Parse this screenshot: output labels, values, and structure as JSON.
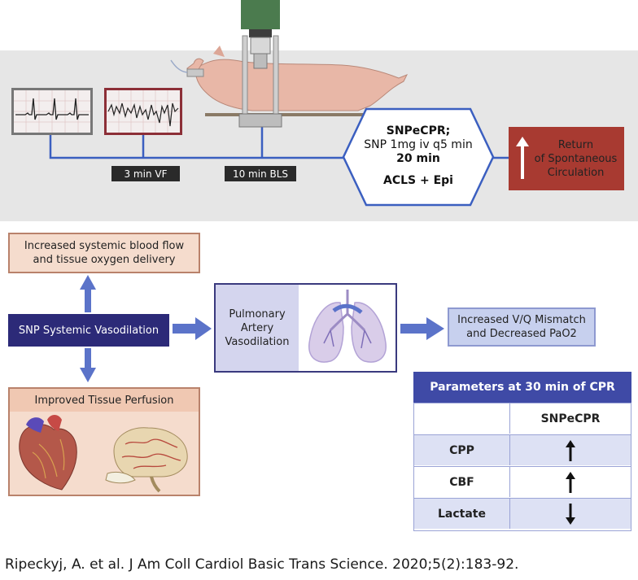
{
  "protocol": {
    "step1_label": "3 min VF",
    "step2_label": "10 min BLS",
    "intervention": {
      "line1": "SNPeCPR;",
      "line2": "SNP 1mg iv q5 min",
      "line3": "20 min",
      "line4": "ACLS + Epi"
    },
    "outcome": {
      "line1": "Return",
      "line2": "of Spontaneous",
      "line3": "Circulation"
    }
  },
  "mechanism": {
    "systemic_effect": {
      "line1": "Increased systemic blood flow",
      "line2": "and tissue oxygen delivery"
    },
    "main_node": "SNP Systemic Vasodilation",
    "pulmonary": {
      "line1": "Pulmonary",
      "line2": "Artery",
      "line3": "Vasodilation"
    },
    "vq_effect": {
      "line1": "Increased V/Q Mismatch",
      "line2": "and Decreased PaO2"
    },
    "perfusion_title": "Improved Tissue Perfusion"
  },
  "table": {
    "title": "Parameters at 30 min of CPR",
    "column_header": "SNPeCPR",
    "rows": [
      {
        "label": "CPP",
        "direction": "up"
      },
      {
        "label": "CBF",
        "direction": "up"
      },
      {
        "label": "Lactate",
        "direction": "down"
      }
    ]
  },
  "citation": "Ripeckyj, A. et al. J Am Coll Cardiol Basic Trans Science. 2020;5(2):183-92.",
  "colors": {
    "navy": "#2c2a78",
    "arrow_blue": "#5b73c9",
    "rosc_red": "#a83a31",
    "peach": "#f5dccd",
    "table_header": "#3f4aa6"
  }
}
